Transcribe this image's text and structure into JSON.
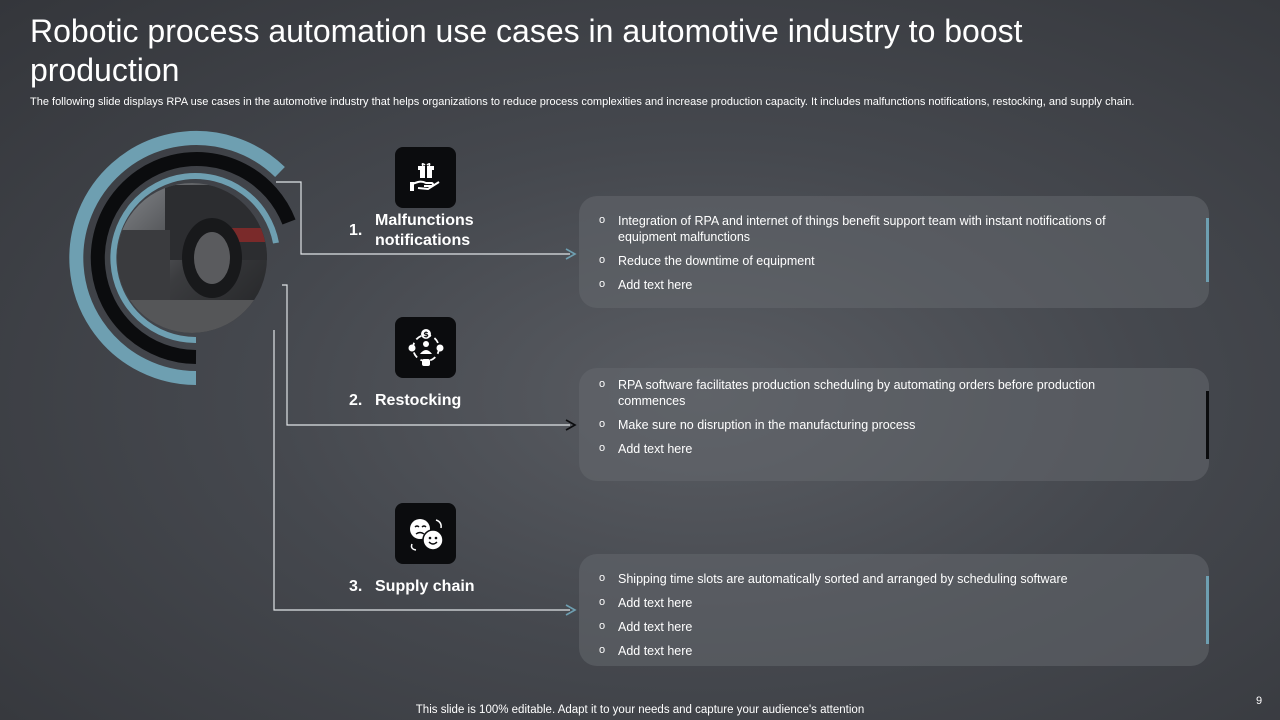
{
  "slide": {
    "title": "Robotic process automation use cases in automotive industry to boost production",
    "subtitle": "The following slide displays RPA use cases in the automotive industry that helps organizations to reduce process complexities and increase production capacity. It includes malfunctions notifications, restocking, and supply chain.",
    "footer": "This slide is 100% editable. Adapt it to your needs and capture your audience's attention",
    "page_number": "9"
  },
  "colors": {
    "accent_teal": "#6e9fb1",
    "ring_dark": "#0b0c0e",
    "card_bg": "#5f6268"
  },
  "use_cases": [
    {
      "number": "1.",
      "label": "Malfunctions notifications",
      "icon": "hand-gift-box-icon",
      "bullets": [
        "Integration of RPA and internet of things benefit support team with instant notifications of equipment malfunctions",
        "Reduce the downtime of equipment",
        "Add text here"
      ]
    },
    {
      "number": "2.",
      "label": "Restocking",
      "icon": "money-cycle-people-icon",
      "bullets": [
        "RPA software facilitates production scheduling  by automating orders before production commences",
        "Make sure no disruption in the manufacturing process",
        "Add text here"
      ]
    },
    {
      "number": "3.",
      "label": "Supply chain",
      "icon": "faces-exchange-icon",
      "bullets": [
        "Shipping time slots are automatically sorted and arranged  by scheduling software",
        "Add text here",
        "Add text here",
        "Add text here"
      ]
    }
  ]
}
